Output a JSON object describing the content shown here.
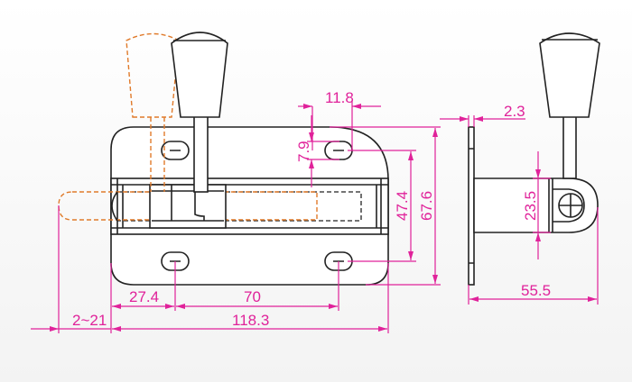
{
  "colors": {
    "dimension": "#e0229a",
    "ghost": "#e07a2a",
    "outline": "#222222"
  },
  "dimensions": {
    "slot_width": "11.8",
    "slot_height": "7.9",
    "slot_spacing_v": "47.4",
    "plate_height": "67.6",
    "offset_left": "27.4",
    "slot_spacing_h": "70",
    "overall_length": "118.3",
    "bolt_travel": "2~21",
    "plate_thickness": "2.3",
    "arm_height": "23.5",
    "depth": "55.5"
  }
}
